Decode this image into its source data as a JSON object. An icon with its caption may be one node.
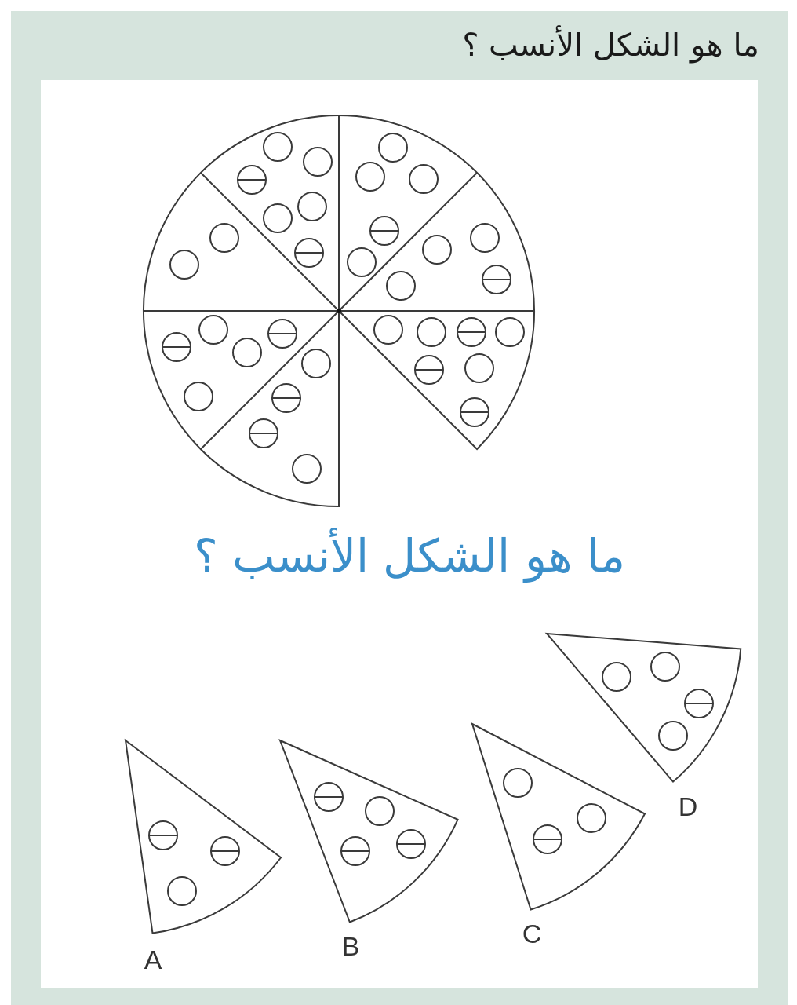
{
  "diagram": {
    "title": "ما هو الشكل الأنسب ؟",
    "labels": [
      "ما هو الشكل الأنسب ؟",
      "A",
      "B",
      "C",
      "D"
    ]
  }
}
